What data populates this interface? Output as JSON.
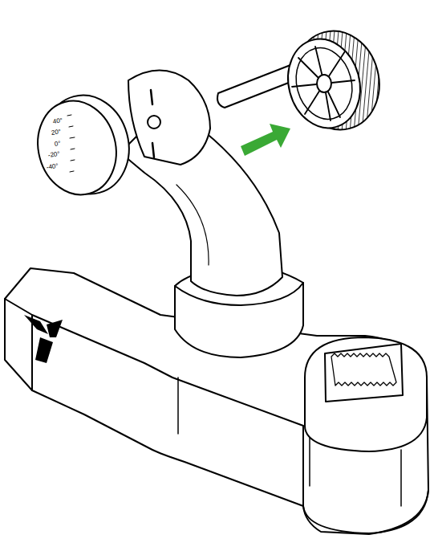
{
  "diagram": {
    "labels": [
      "40°",
      "20°",
      "0°",
      "-20°",
      "-40°"
    ]
  }
}
